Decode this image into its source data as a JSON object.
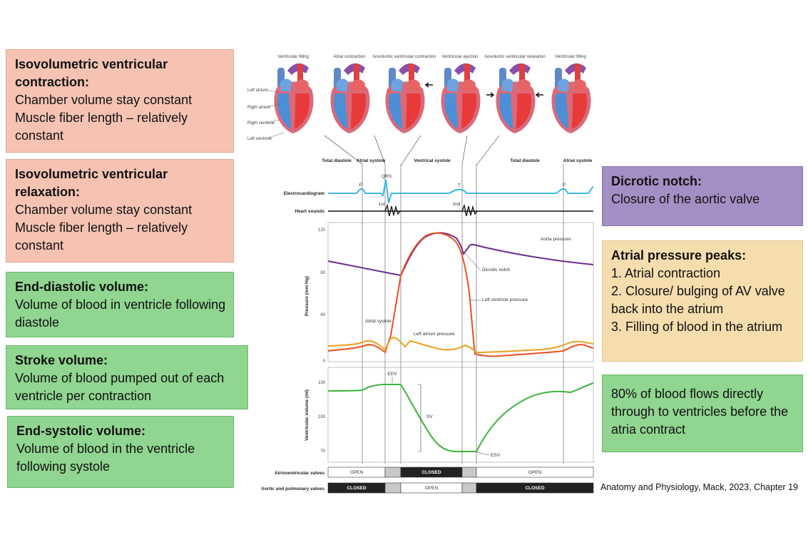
{
  "left_boxes": [
    {
      "title": "Isovolumetric ventricular contraction:",
      "lines": [
        "Chamber volume stay constant",
        "Muscle fiber length – relatively constant"
      ],
      "color": "#f6c3b3"
    },
    {
      "title": "Isovolumetric ventricular relaxation:",
      "lines": [
        "Chamber volume stay constant",
        "Muscle fiber length – relatively constant"
      ],
      "color": "#f6c3b3"
    },
    {
      "title": "End-diastolic volume:",
      "lines": [
        "Volume of blood in ventricle following diastole"
      ],
      "color": "#90d590"
    },
    {
      "title": "Stroke volume:",
      "lines": [
        "Volume of blood pumped out of each ventricle per contraction"
      ],
      "color": "#90d590"
    },
    {
      "title": "End-systolic volume:",
      "lines": [
        "Volume of blood in the ventricle following systole"
      ],
      "color": "#90d590"
    }
  ],
  "right_boxes": [
    {
      "title": "Dicrotic notch:",
      "lines": [
        "Closure of the aortic valve"
      ],
      "color": "#a48fc4"
    },
    {
      "title": "Atrial pressure peaks:",
      "lines": [
        "1. Atrial contraction",
        "2. Closure/ bulging of AV valve back into the atrium",
        "3. Filling of blood in the atrium"
      ],
      "color": "#f5ddae"
    },
    {
      "title": "",
      "lines": [
        "80% of blood flows directly through to ventricles before the atria contract"
      ],
      "color": "#90d590"
    }
  ],
  "citation": "Anatomy and Physiology, Mack, 2023, Chapter 19",
  "figure": {
    "heart_phases": [
      "Ventricular filling",
      "Atrial contraction",
      "Isovolumic ventricular contraction",
      "Ventricular ejection",
      "Isovolumic ventricular relaxation",
      "Ventricular filling"
    ],
    "chamber_labels": [
      "Left atrium",
      "Right atrium",
      "Right ventricle",
      "Left ventricle"
    ],
    "periods": [
      "Total diastole",
      "Atrial systole",
      "Ventrical systole",
      "Total diastole",
      "Atrial systole"
    ],
    "ecg": {
      "label": "Electrocardiogram",
      "waves": [
        "P",
        "QRS",
        "T",
        "P"
      ]
    },
    "heart_sounds": {
      "label": "Heart sounds",
      "first": "1st",
      "second": "2nd"
    },
    "pressure_panel": {
      "ylabel": "Pressure (mm Hg)",
      "ticks": [
        "120",
        "80",
        "40",
        "0"
      ],
      "annotations": {
        "aorta": "Aorta pressure",
        "notch": "Dicrotic notch",
        "lv": "Left ventricle pressure",
        "atrial": "Atrial systole",
        "la": "Left atrium pressure"
      }
    },
    "volume_panel": {
      "ylabel": "Ventricular volume (ml)",
      "ticks": [
        "130",
        "100",
        "70"
      ],
      "annotations": {
        "edv": "EDV",
        "sv": "SV",
        "esv": "ESV"
      }
    },
    "valves": {
      "av_label": "Atrioventricular valves",
      "av_states": [
        "OPEN",
        "CLOSED",
        "OPEN"
      ],
      "sl_label": "Aortic and pulmonary valves",
      "sl_states": [
        "CLOSED",
        "OPEN",
        "CLOSED"
      ]
    },
    "colors": {
      "ecg": "#2ab0e6",
      "aorta": "#6a2c91",
      "lv": "#e8501e",
      "la": "#e8a020",
      "volume": "#3cb43c"
    }
  }
}
